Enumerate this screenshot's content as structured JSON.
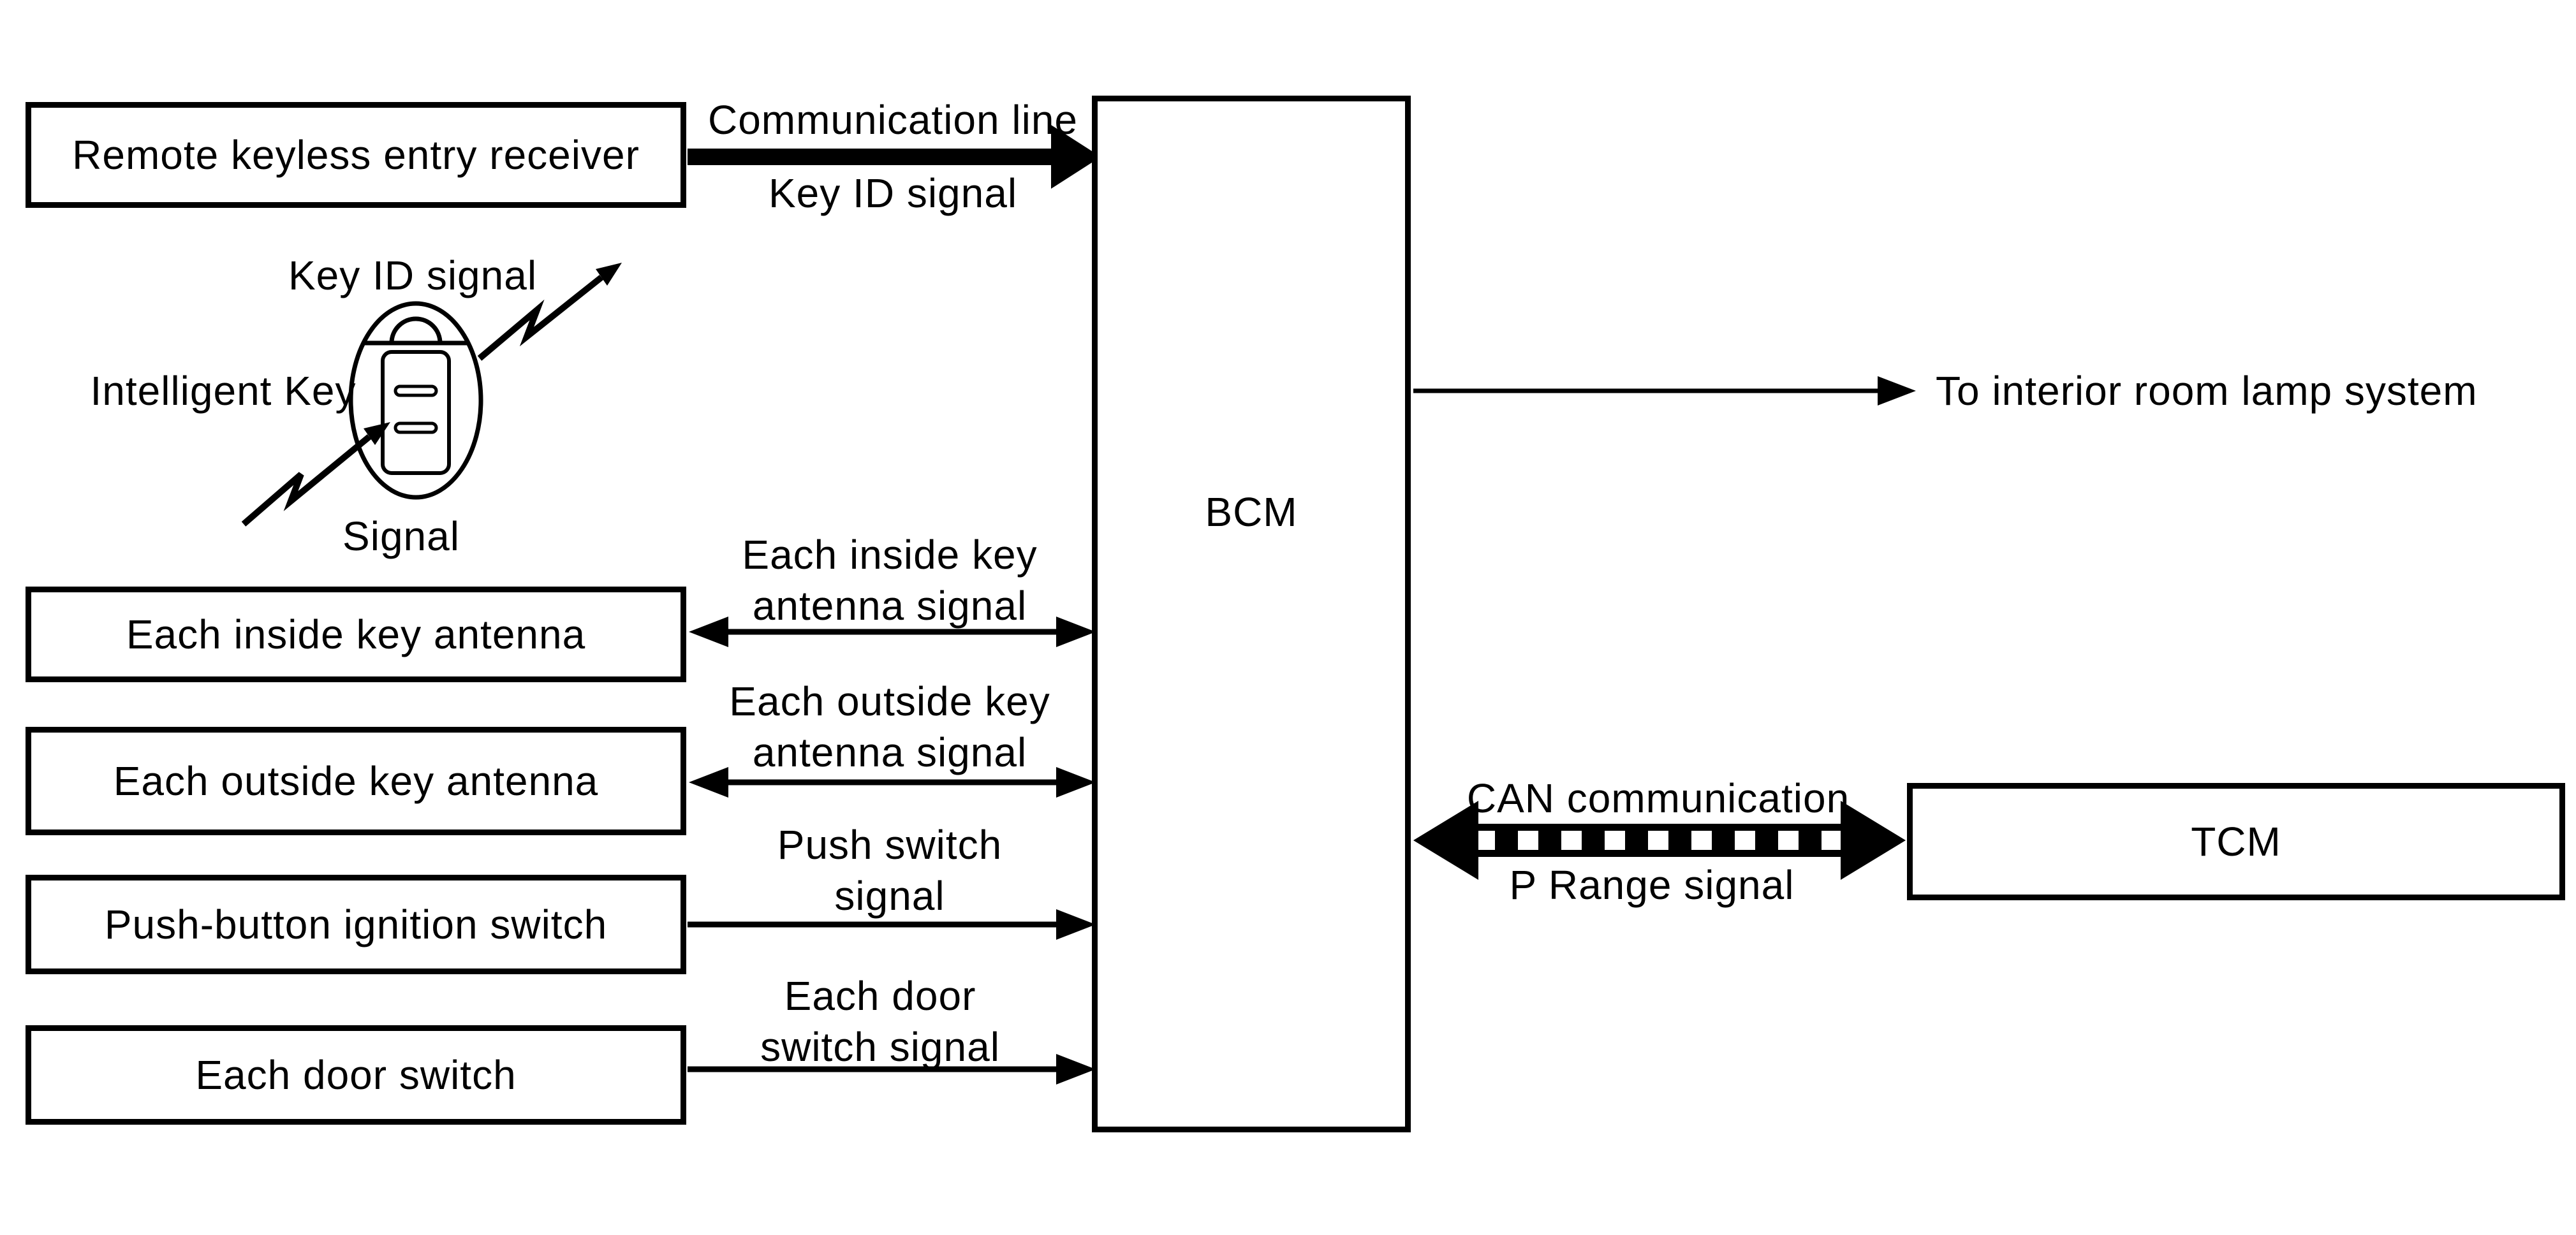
{
  "boxes": {
    "remote_keyless": "Remote keyless entry receiver",
    "inside_antenna": "Each inside key antenna",
    "outside_antenna": "Each outside key antenna",
    "push_button": "Push-button ignition switch",
    "door_switch": "Each door switch",
    "bcm": "BCM",
    "tcm": "TCM"
  },
  "labels": {
    "communication_line": "Communication line",
    "key_id_top": "Key ID signal",
    "key_id_key": "Key ID signal",
    "intelligent_key": "Intelligent Key",
    "signal": "Signal",
    "inside_signal": [
      "Each inside key",
      "antenna signal"
    ],
    "outside_signal": [
      "Each outside key",
      "antenna signal"
    ],
    "push_signal": [
      "Push switch",
      "signal"
    ],
    "door_signal": [
      "Each door",
      "switch signal"
    ],
    "interior_lamp": "To interior room lamp system",
    "can_communication": "CAN communication",
    "p_range": "P Range signal"
  },
  "colors": {
    "line": "#000000",
    "background": "#ffffff"
  }
}
